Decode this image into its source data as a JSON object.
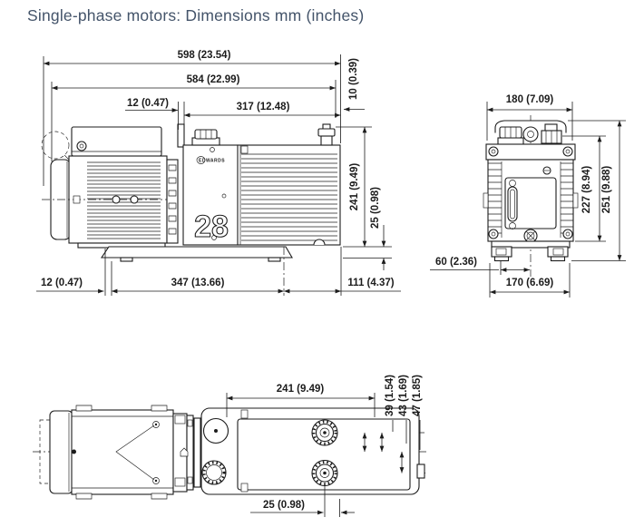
{
  "title": "Single-phase motors: Dimensions mm (inches)",
  "colors": {
    "title": "#44546A",
    "line": "#1c1c1c"
  },
  "side_view": {
    "brand": "EDWARDS",
    "model": "28",
    "dims": {
      "overall_length": "598 (23.54)",
      "body_length": "584 (22.99)",
      "inlet_offset": "12 (0.47)",
      "inlet_to_rear": "317 (12.48)",
      "rear_lip": "10 (0.39)",
      "body_height": "241 (9.49)",
      "base_height": "25 (0.98)",
      "foot_front_offset": "12 (0.47)",
      "foot_pitch": "347 (13.66)",
      "rear_overhang": "111 (4.37)"
    }
  },
  "end_view": {
    "dims": {
      "top_width": "180 (7.09)",
      "body_height": "227 (8.94)",
      "overall_height": "251 (9.88)",
      "foot_to_centerline": "60 (2.36)",
      "foot_span": "170 (6.69)"
    }
  },
  "top_view": {
    "dims": {
      "inlet_to_rear": "241 (9.49)",
      "offset_a": "39 (1.54)",
      "offset_b": "43 (1.69)",
      "offset_c": "47 (1.85)",
      "port_offset": "25 (0.98)"
    }
  }
}
